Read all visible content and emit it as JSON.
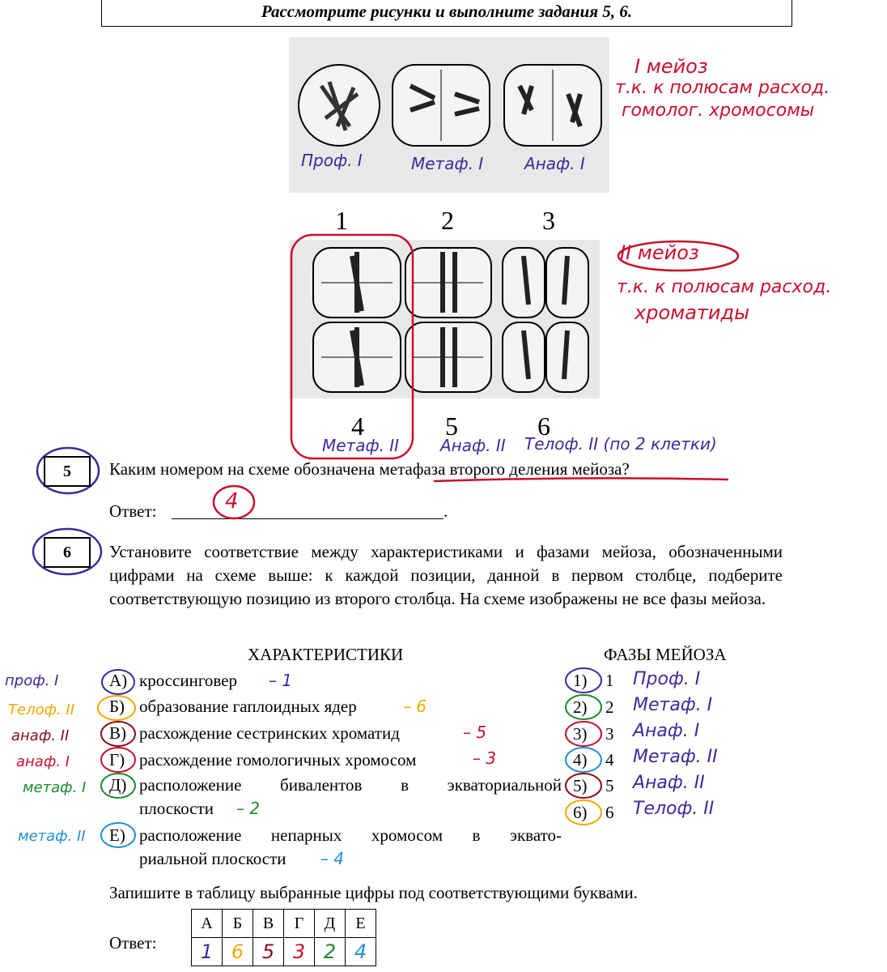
{
  "header": {
    "title": "Рассмотрите рисунки и выполните задания 5, 6."
  },
  "figure_top": {
    "labels_hw": [
      "Проф. I",
      "Метаф. I",
      "Анаф. I"
    ],
    "note_line1": "I мейоз",
    "note_line2": "т.к. к полюсам расход.",
    "note_line3": "гомолог. хромосомы"
  },
  "figure_bottom": {
    "top_numbers": [
      "1",
      "2",
      "3"
    ],
    "bottom_numbers": [
      "4",
      "5",
      "6"
    ],
    "labels_hw": [
      "Метаф. II",
      "Анаф. II",
      "Телоф. II (по 2 клетки)"
    ],
    "note_line1": "II мейоз",
    "note_line2": "т.к. к полюсам расход.",
    "note_line3": "хроматиды"
  },
  "task5": {
    "number": "5",
    "question": "Каким номером на схеме обозначена метафаза второго деления мейоза?",
    "answer_label": "Ответ:",
    "answer_hw": "4",
    "answer_dot": "."
  },
  "task6": {
    "number": "6",
    "text": "Установите соответствие между характеристиками и фазами мейоза, обозначенными цифрами на схеме выше: к каждой позиции, данной в первом столбце, подберите соответствующую позицию из второго столбца. На схеме изображены не все фазы мейоза.",
    "col_left": "ХАРАКТЕРИСТИКИ",
    "col_right": "ФАЗЫ МЕЙОЗА",
    "characteristics": [
      {
        "letter": "А)",
        "text": "кроссинговер",
        "hw_answer": "– 1",
        "hw_side": "проф. I"
      },
      {
        "letter": "Б)",
        "text": "образование гаплоидных ядер",
        "hw_answer": "– 6",
        "hw_side": "Телоф. II"
      },
      {
        "letter": "В)",
        "text": "расхождение сестринских хроматид",
        "hw_answer": "– 5",
        "hw_side": "анаф. II"
      },
      {
        "letter": "Г)",
        "text": "расхождение гомологичных хромосом",
        "hw_answer": "– 3",
        "hw_side": "анаф. I"
      },
      {
        "letter": "Д)",
        "text": "расположение бивалентов в экваториальной",
        "text2": "плоскости",
        "hw_answer": "– 2",
        "hw_side": "метаф. I"
      },
      {
        "letter": "Е)",
        "text": "расположение непарных хромосом в экваториальной",
        "text_l1": "расположение непарных хромосом в эквато-",
        "text2": "риальной плоскости",
        "hw_answer": "– 4",
        "hw_side": "метаф. II"
      }
    ],
    "phases": [
      {
        "num": "1)",
        "digit": "1",
        "hw": "Проф. I"
      },
      {
        "num": "2)",
        "digit": "2",
        "hw": "Метаф. I"
      },
      {
        "num": "3)",
        "digit": "3",
        "hw": "Анаф. I"
      },
      {
        "num": "4)",
        "digit": "4",
        "hw": "Метаф. II"
      },
      {
        "num": "5)",
        "digit": "5",
        "hw": "Анаф. II"
      },
      {
        "num": "6)",
        "digit": "6",
        "hw": "Телоф. II"
      }
    ],
    "instruction": "Запишите в таблицу выбранные цифры под соответствующими буквами.",
    "answer_label": "Ответ:",
    "table_headers": [
      "А",
      "Б",
      "В",
      "Г",
      "Д",
      "Е"
    ],
    "table_values": [
      "1",
      "6",
      "5",
      "3",
      "2",
      "4"
    ]
  },
  "colors": {
    "purple": "#3b2a9a",
    "red": "#c8102e",
    "orange": "#f2a900",
    "darkred": "#8b0a1a",
    "green": "#1a8a2a",
    "blue": "#1f8fd6"
  }
}
